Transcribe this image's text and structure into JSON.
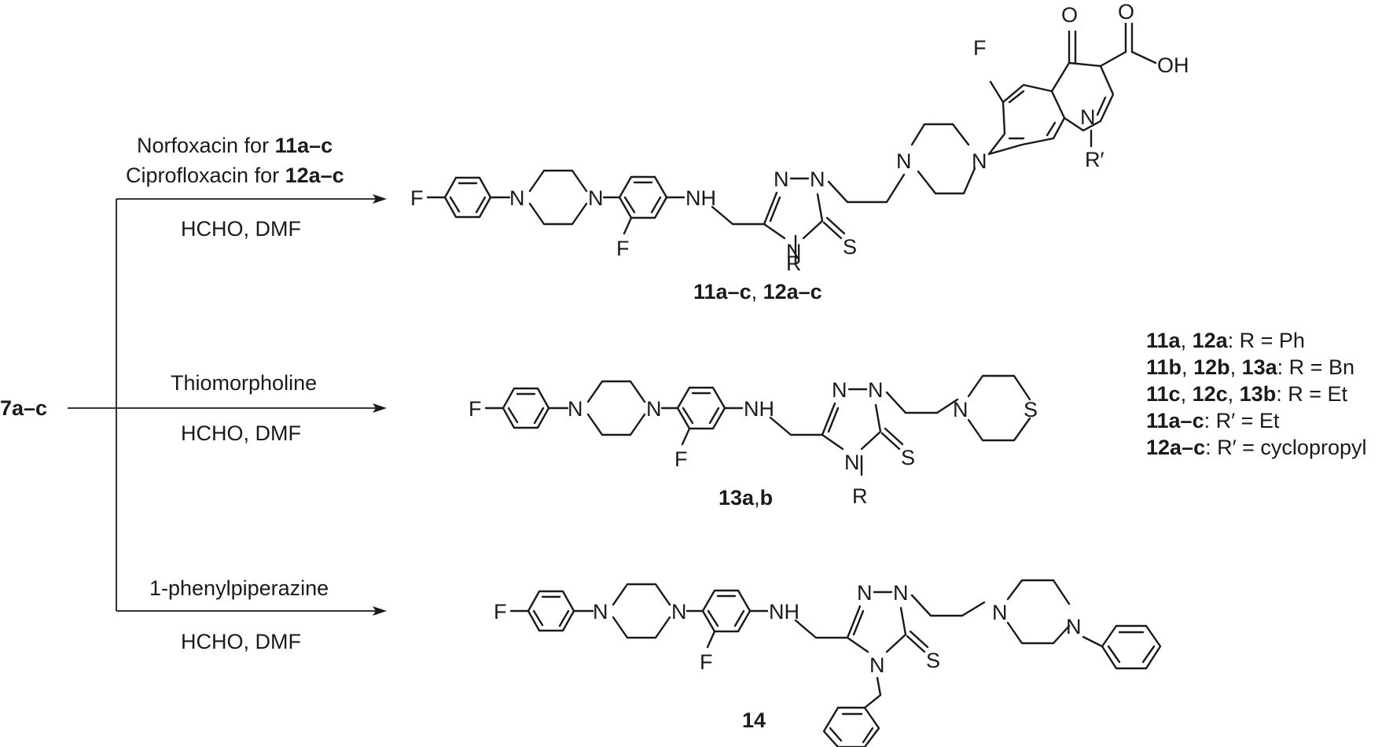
{
  "starting_material": "7a–c",
  "atoms": {
    "F": "F",
    "N": "N",
    "NH": "NH",
    "S": "S",
    "O": "O",
    "OH": "OH",
    "R": "R",
    "R_prime": "R′"
  },
  "reactions": [
    {
      "reagent_line1_plain": "Norfoxacin for ",
      "reagent_line1_bold": "11a–c",
      "reagent_line2_plain": "Ciprofloxacin for ",
      "reagent_line2_bold": "12a–c",
      "conditions": "HCHO, DMF",
      "product_part1": "11a–c",
      "product_sep": ", ",
      "product_part2": "12a–c"
    },
    {
      "reagent": "Thiomorpholine",
      "conditions": "HCHO, DMF",
      "product_part1": "13a",
      "product_sep": ",",
      "product_part2": "b"
    },
    {
      "reagent": "1-phenylpiperazine",
      "conditions": "HCHO, DMF",
      "product": "14"
    }
  ],
  "legend": [
    {
      "bold1": "11a",
      "sep1": ", ",
      "bold2": "12a",
      "sep2": "",
      "bold3": "",
      "rest": ": R = Ph"
    },
    {
      "bold1": "11b",
      "sep1": ", ",
      "bold2": "12b",
      "sep2": ", ",
      "bold3": "13a",
      "rest": ": R = Bn"
    },
    {
      "bold1": "11c",
      "sep1": ", ",
      "bold2": "12c",
      "sep2": ", ",
      "bold3": "13b",
      "rest": ": R = Et"
    },
    {
      "bold1": "11a–c",
      "sep1": "",
      "bold2": "",
      "sep2": "",
      "bold3": "",
      "rest": ": R′ = Et"
    },
    {
      "bold1": "12a–c",
      "sep1": "",
      "bold2": "",
      "sep2": "",
      "bold3": "",
      "rest": ": R′ = cyclopropyl"
    }
  ]
}
